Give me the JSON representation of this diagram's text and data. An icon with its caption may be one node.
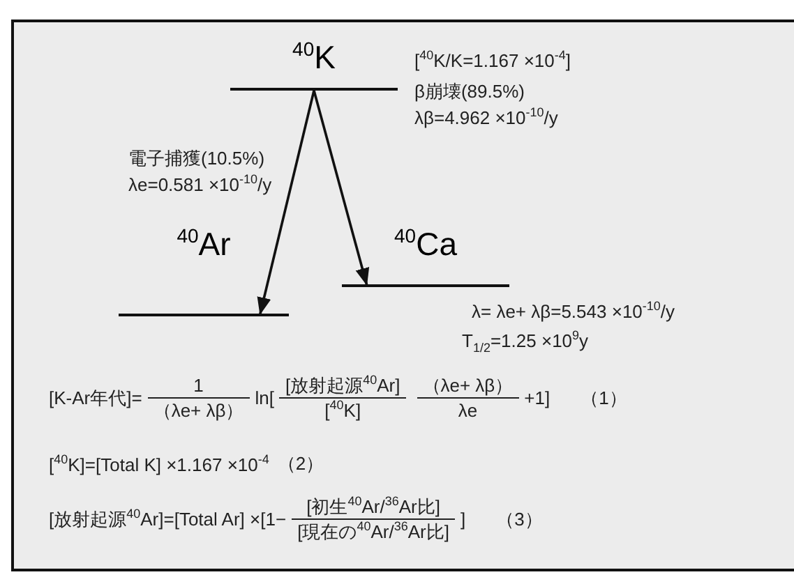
{
  "diagram": {
    "nodes": [
      {
        "text": [
          "$^{40}$K"
        ],
        "beside": [
          "[$^{40}$K/K=1.167 ×10$^{-4}$]"
        ]
      },
      {
        "text": [
          "$^{40}$Ar"
        ]
      },
      {
        "text": [
          "$^{40}$Ca"
        ],
        "beside": [
          "λ= λe+ λβ=5.543 ×10$^{-10}$/y",
          "T$_{1/2}$=1.25 ×10$^{9}$y"
        ]
      }
    ],
    "edges": [
      {
        "from": 0,
        "to": 1,
        "arrow": "to",
        "label": "電子捕獲(10.5%) λe=0.581 ×10$^{-10}$/y"
      },
      {
        "from": 0,
        "to": 2,
        "arrow": "to",
        "label": "β崩壊(89.5%) λβ=4.962 ×10$^{-10}$/y"
      }
    ],
    "labels": [
      "[K-Ar年代]=",
      "1",
      "（λe+ λβ）",
      "ln[",
      "[放射起源$^{40}$Ar]",
      "[$^{40}$K]",
      "（λe+ λβ）",
      "λe",
      "+1]",
      "（1）",
      "[$^{40}$K]=[Total K] ×1.167 ×10$^{-4}$",
      "（2）",
      "[放射起源$^{40}$Ar]=[Total Ar] ×[1−",
      "[初生$^{40}$Ar/$^{36}$Ar比]",
      "[現在の$^{40}$Ar/$^{36}$Ar比]",
      "]",
      "（3）"
    ]
  }
}
